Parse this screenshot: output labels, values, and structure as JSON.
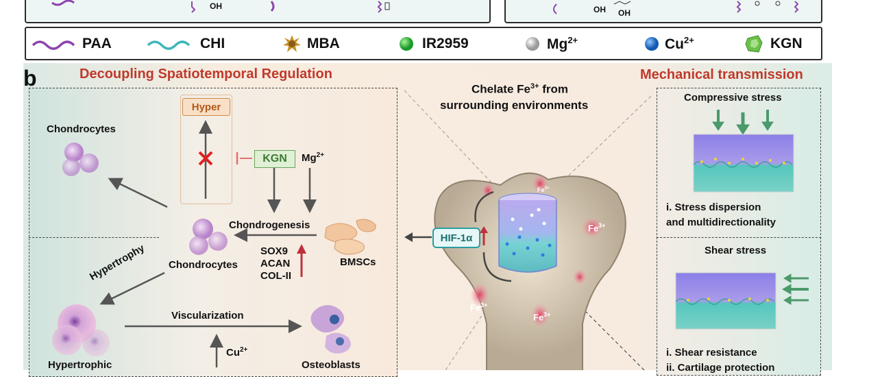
{
  "panel_a_fragments": {
    "oh_left": "OH",
    "oh_right_1": "OH",
    "oh_right_2": "OH"
  },
  "legend": {
    "items": [
      {
        "label": "PAA",
        "icon": "purple-wave-icon",
        "color": "#8e44ad"
      },
      {
        "label": "CHI",
        "icon": "teal-wave-icon",
        "color": "#3fb6b8"
      },
      {
        "label": "MBA",
        "icon": "starburst-icon",
        "color": "#c8922b"
      },
      {
        "label": "IR2959",
        "icon": "green-sphere-icon",
        "color": "#2ecc40"
      },
      {
        "label": "Mg",
        "sup": "2+",
        "icon": "white-sphere-icon",
        "color": "#dddddd"
      },
      {
        "label": "Cu",
        "sup": "2+",
        "icon": "blue-sphere-icon",
        "color": "#2b7de0"
      },
      {
        "label": "KGN",
        "icon": "green-crystal-icon",
        "color": "#6cc04a"
      }
    ]
  },
  "panel_b": {
    "letter": "b",
    "left_title": "Decoupling Spatiotemporal Regulation",
    "right_title": "Mechanical transmission",
    "center": {
      "chelate_line1": "Chelate Fe",
      "chelate_sup": "3+",
      "chelate_rest": " from",
      "chelate_line2": "surrounding environments",
      "hif_label": "HIF-1α",
      "fe_label": "Fe",
      "fe_sup": "3+"
    },
    "left": {
      "hyper_label": "Hyper",
      "kgn_label": "KGN",
      "mg_label": "Mg",
      "mg_sup": "2+",
      "chondrocytes_top": "Chondrocytes",
      "chondrogenesis": "Chondrogenesis",
      "chondrocytes_mid": "Chondrocytes",
      "sox9": "SOX9",
      "acan": "ACAN",
      "col2": "COL-II",
      "bmscs": "BMSCs",
      "hypertrophy": "Hypertrophy",
      "viscularization": "Viscularization",
      "cu_label": "Cu",
      "cu_sup": "2+",
      "hypertrophic": "Hypertrophic",
      "osteoblasts": "Osteoblasts"
    },
    "right": {
      "compressive_title": "Compressive stress",
      "stress_line1": "i. Stress dispersion",
      "stress_line2": "and multidirectionality",
      "shear_title": "Shear stress",
      "shear_line1": "i. Shear resistance",
      "shear_line2": "ii. Cartilage protection"
    }
  }
}
